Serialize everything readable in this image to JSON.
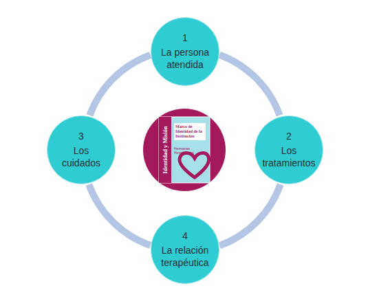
{
  "diagram": {
    "nodes": [
      {
        "text": [
          "1",
          "La persona atendida"
        ]
      },
      {
        "text": [
          "2",
          "Los tratamientos"
        ]
      },
      {
        "text": [
          "3",
          "Los cuidados"
        ]
      },
      {
        "text": [
          "4",
          "La relación terapéutica"
        ]
      },
      {
        "text": [
          "Identidad y Misión",
          "Marco de Identidad de la Institución",
          "Hermanas Hospitalarias"
        ]
      }
    ],
    "edges": [
      {
        "from": 0,
        "to": 1,
        "arrow": "none"
      },
      {
        "from": 1,
        "to": 3,
        "arrow": "none"
      },
      {
        "from": 3,
        "to": 2,
        "arrow": "none"
      },
      {
        "from": 2,
        "to": 0,
        "arrow": "none"
      }
    ]
  }
}
